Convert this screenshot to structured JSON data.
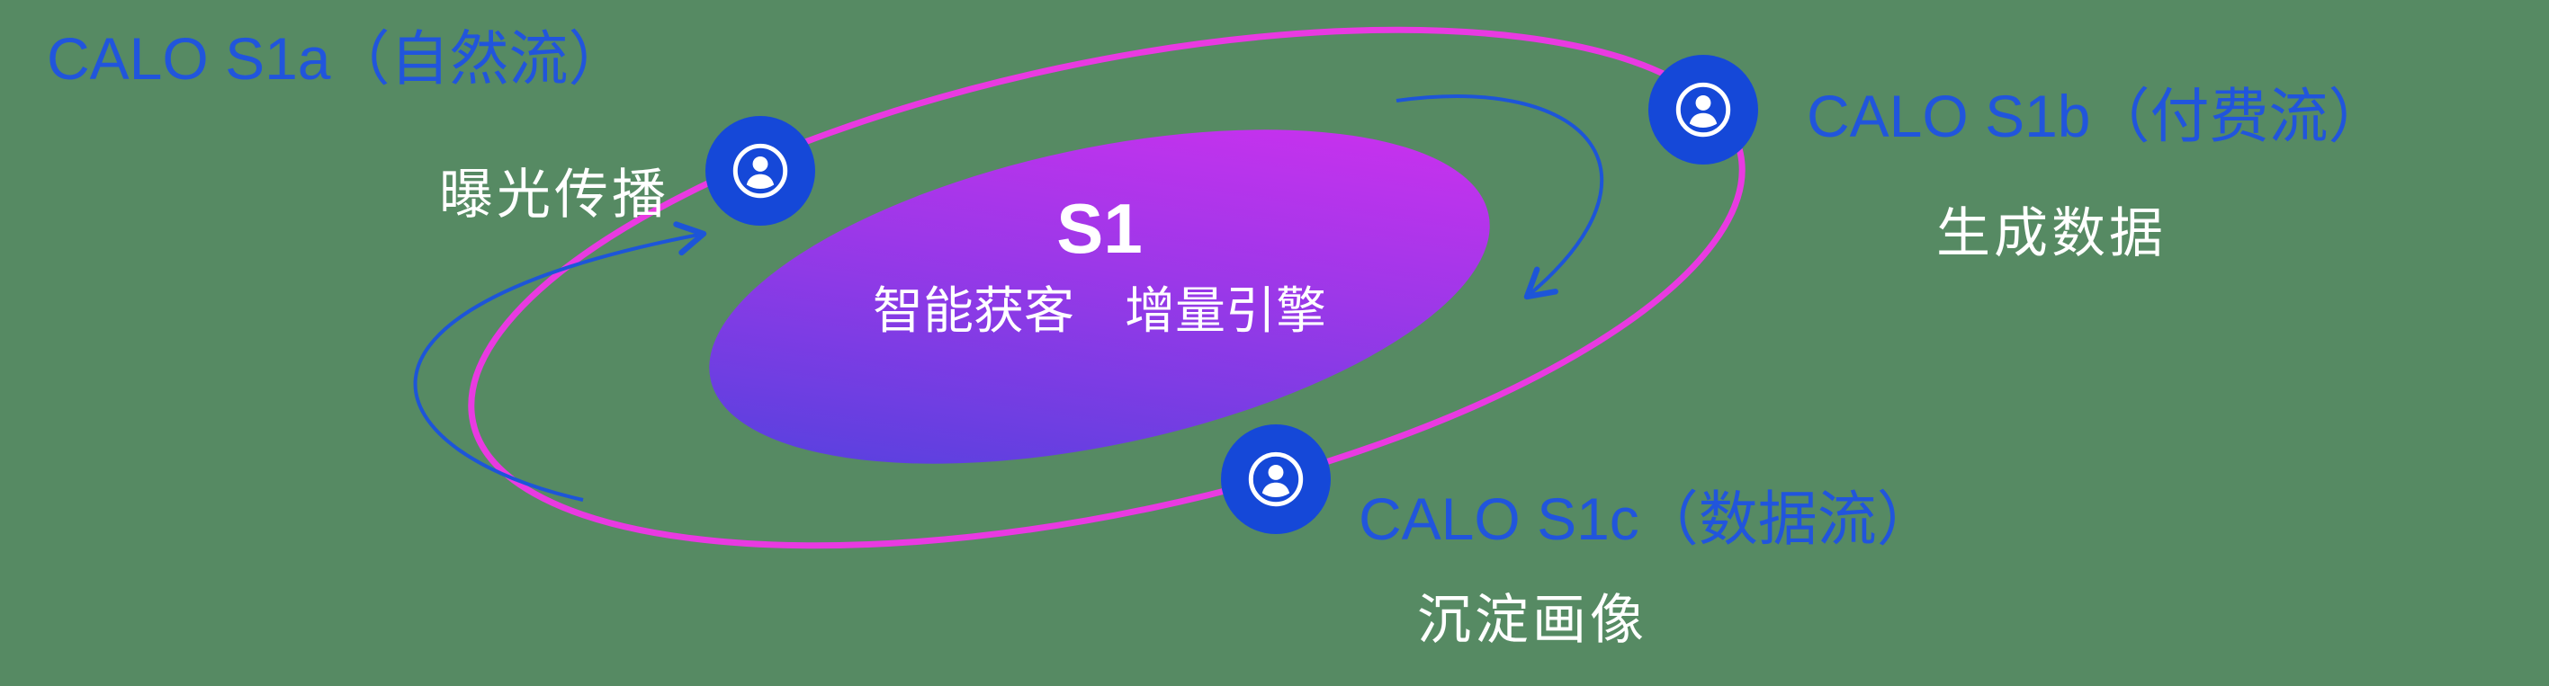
{
  "colors": {
    "background": "#568a63",
    "label_blue": "#2155dc",
    "node_blue": "#1548d8",
    "orbit_magenta": "#e93ae1",
    "core_gradient_start": "#4743dc",
    "core_gradient_mid": "#9b38e8",
    "core_gradient_end": "#d92ff0",
    "arrow_blue": "#1d55d8",
    "text_white": "#ffffff"
  },
  "core": {
    "title": "S1",
    "subtitle": "智能获客　增量引擎"
  },
  "nodes": [
    {
      "id": "CALO-S1a",
      "label": "CALO S1a（自然流）",
      "sublabel": "曝光传播",
      "icon": "user-icon"
    },
    {
      "id": "CALO-S1b",
      "label": "CALO S1b（付费流）",
      "sublabel": "生成数据",
      "icon": "user-icon"
    },
    {
      "id": "CALO-S1c",
      "label": "CALO S1c（数据流）",
      "sublabel": "沉淀画像",
      "icon": "user-icon"
    }
  ]
}
